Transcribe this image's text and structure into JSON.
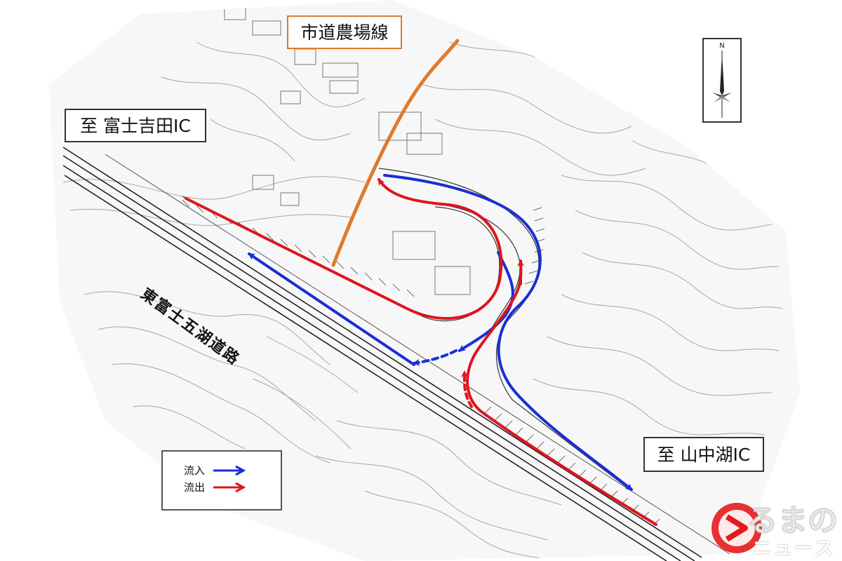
{
  "labels": {
    "farm_road": "市道農場線",
    "to_fujiyoshida": "至 富士吉田IC",
    "to_yamanakako": "至 山中湖IC",
    "road_name": "東富士五湖道路"
  },
  "legend": {
    "inflow": "流入",
    "outflow": "流出"
  },
  "compass": {
    "north": "N"
  },
  "logo": {
    "line1": "るまの",
    "line2": "ニュース"
  },
  "colors": {
    "inflow": "#1a2ed6",
    "outflow": "#e0141c",
    "farm_road": "#e07a2c",
    "contour": "#9a9a9a",
    "road_edge": "#222222",
    "logo_red": "#e51a1a"
  }
}
